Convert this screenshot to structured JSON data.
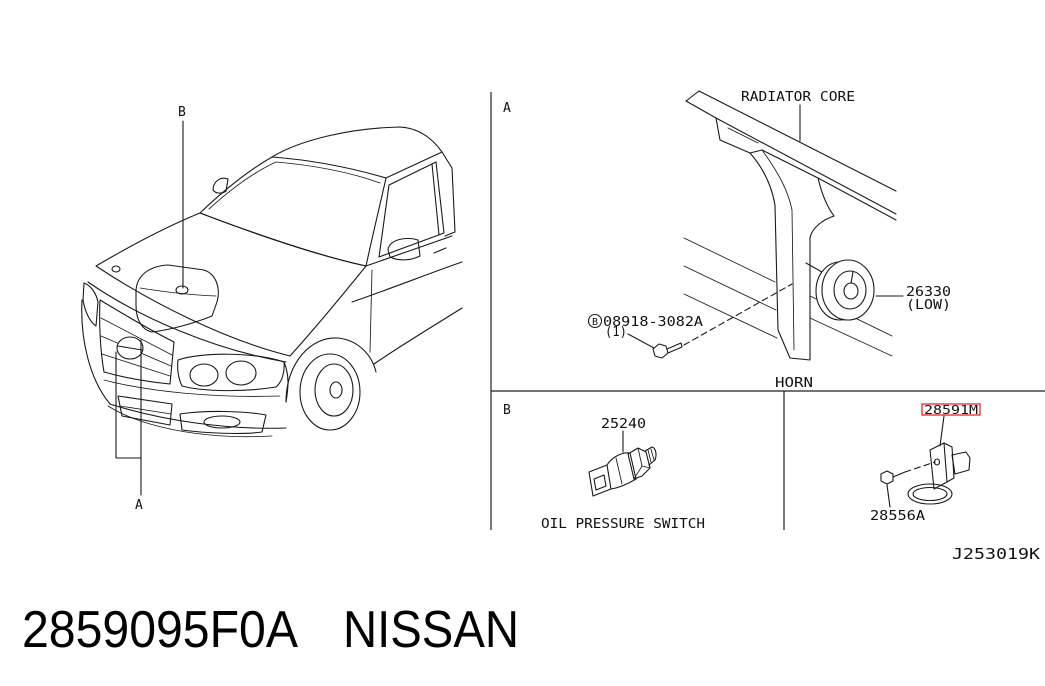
{
  "car_view": {
    "callout_b": "B",
    "callout_a": "A"
  },
  "panel_a": {
    "label": "A",
    "radiator_core_label": "RADIATOR CORE",
    "horn_part_number": "26330",
    "horn_variant": "(LOW)",
    "bolt_marker": "B",
    "bolt_part_number": "08918-3082A",
    "bolt_quantity": "(1)",
    "caption": "HORN"
  },
  "panel_b": {
    "label": "B",
    "switch_part_number": "25240",
    "switch_caption": "OIL PRESSURE SWITCH",
    "bracket_part_number": "28591M",
    "bracket_highlight_color": "#e3141b",
    "screw_part_number": "28556A"
  },
  "figure_code": "J253019K",
  "footer": {
    "part_number": "2859095F0A",
    "brand": "NISSAN"
  }
}
